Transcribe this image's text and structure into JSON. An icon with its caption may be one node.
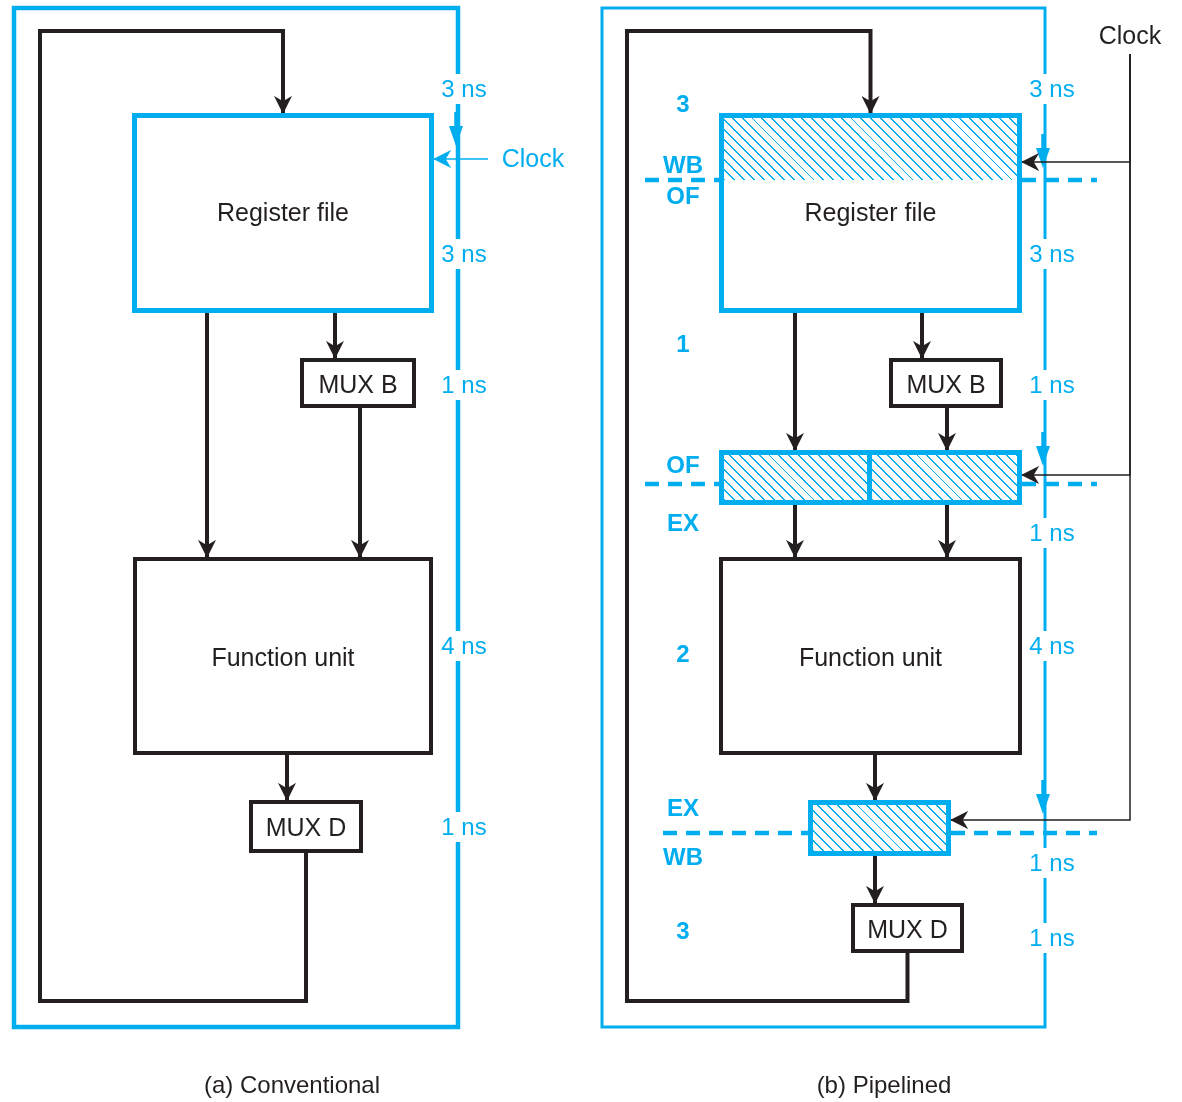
{
  "diagram": {
    "nodes": [
      {
        "text": [
          "Register file"
        ]
      },
      {
        "text": [
          "MUX B"
        ]
      },
      {
        "text": [
          "Function unit"
        ]
      },
      {
        "text": [
          "MUX D"
        ]
      },
      {
        "text": [
          "Clock"
        ]
      },
      {
        "text": [
          "Register file"
        ]
      },
      {
        "text": [
          "MUX B"
        ]
      },
      {
        "text": [],
        "shape": "bar"
      },
      {
        "text": [],
        "shape": "bar"
      },
      {
        "text": [
          "Function unit"
        ]
      },
      {
        "text": [],
        "shape": "bar"
      },
      {
        "text": [
          "MUX D"
        ]
      },
      {
        "text": [
          "Clock"
        ]
      }
    ],
    "edges": [
      {
        "from": 3,
        "to": 0,
        "arrow": "to"
      },
      {
        "from": 0,
        "to": 1,
        "arrow": "to"
      },
      {
        "from": 0,
        "to": 2,
        "arrow": "to"
      },
      {
        "from": 1,
        "to": 2,
        "arrow": "to"
      },
      {
        "from": 2,
        "to": 3,
        "arrow": "to"
      },
      {
        "from": 4,
        "to": 0,
        "arrow": "to",
        "color": "#00aeef"
      },
      {
        "from": 11,
        "to": 5,
        "arrow": "to"
      },
      {
        "from": 5,
        "to": 6,
        "arrow": "to"
      },
      {
        "from": 5,
        "to": 7,
        "arrow": "to"
      },
      {
        "from": 6,
        "to": 8,
        "arrow": "to"
      },
      {
        "from": 7,
        "to": 9,
        "arrow": "to"
      },
      {
        "from": 8,
        "to": 9,
        "arrow": "to"
      },
      {
        "from": 9,
        "to": 10,
        "arrow": "to"
      },
      {
        "from": 10,
        "to": 11,
        "arrow": "to"
      },
      {
        "from": 12,
        "to": 5,
        "arrow": "to"
      },
      {
        "from": 12,
        "to": 8,
        "arrow": "to"
      },
      {
        "from": 12,
        "to": 10,
        "arrow": "to"
      }
    ],
    "labels": [
      "3 ns",
      "3 ns",
      "1 ns",
      "4 ns",
      "1 ns",
      "3",
      "3 ns",
      "WB",
      "OF",
      "3 ns",
      "1",
      "1 ns",
      "OF",
      "EX",
      "1 ns",
      "2",
      "4 ns",
      "EX",
      "WB",
      "1 ns",
      "3",
      "1 ns",
      "(a) Conventional",
      "(b) Pipelined"
    ]
  }
}
